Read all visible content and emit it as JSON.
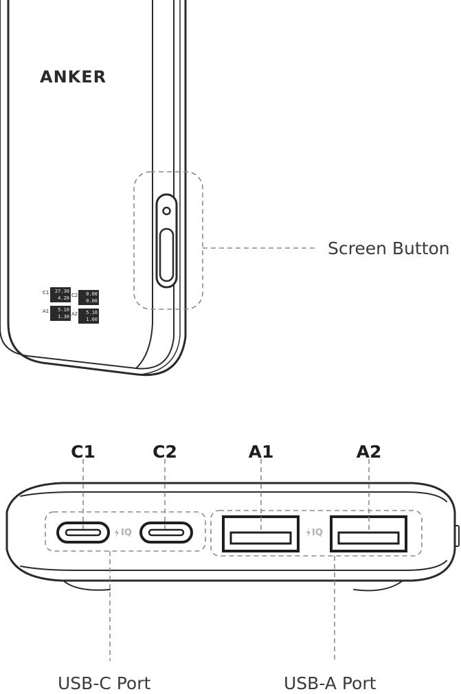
{
  "device": {
    "brand": "ANKER",
    "iq_badge": "IQ"
  },
  "display": {
    "ports": [
      {
        "name": "C1",
        "voltage": "27.30",
        "current": "4.20"
      },
      {
        "name": "C2",
        "voltage": "0.00",
        "current": "0.00"
      },
      {
        "name": "A1",
        "voltage": "5.10",
        "current": "1.30"
      },
      {
        "name": "A2",
        "voltage": "5.10",
        "current": "1.60"
      }
    ]
  },
  "callouts": {
    "screen_button": "Screen Button",
    "usb_c_port": "USB-C Port",
    "usb_a_port": "USB-A Port"
  },
  "port_labels": {
    "c1": "C1",
    "c2": "C2",
    "a1": "A1",
    "a2": "A2"
  },
  "colors": {
    "outline": "#2a2a2a",
    "dashed_guide": "#8a8a8a",
    "iq_badge": "#b0b0b0",
    "label_text": "#3a3a3a"
  }
}
